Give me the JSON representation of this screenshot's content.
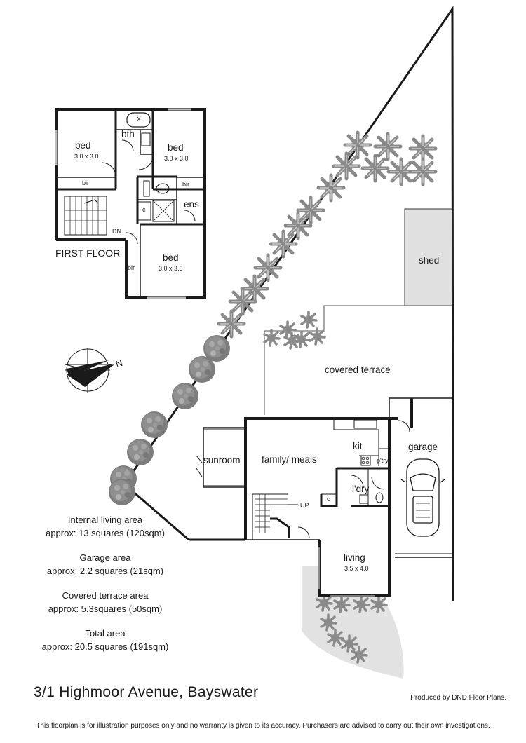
{
  "property": {
    "address": "3/1 Highmoor Avenue, Bayswater",
    "credit": "Produced by DND Floor Plans.",
    "disclaimer": "This floorplan is for illustration purposes only and no warranty is given to its accuracy. Purchasers are advised to carry out their own investigations."
  },
  "first_floor": {
    "heading": "FIRST FLOOR",
    "bed1_label": "bed",
    "bed1_dim": "3.0 x 3.0",
    "bed2_label": "bed",
    "bed2_dim": "3.0 x 3.0",
    "bed3_label": "bed",
    "bed3_dim": "3.0 x 3.5",
    "bth": "bth",
    "ens": "ens",
    "bir_left": "bir",
    "bir_right": "bir",
    "bir_lower": "bir",
    "cupboard": "c",
    "x_mark": "X",
    "dn": "DN"
  },
  "ground_floor": {
    "shed": "shed",
    "covered_terrace": "covered terrace",
    "garage": "garage",
    "sunroom": "sunroom",
    "family_meals": "family/ meals",
    "kit": "kit",
    "pantry": "p'try",
    "laundry": "l'dry",
    "cupboard": "c",
    "up": "UP",
    "living": "living",
    "living_dim": "3.5 x 4.0"
  },
  "compass": {
    "north_letter": "N"
  },
  "areas": [
    {
      "name": "Internal living area",
      "value": "approx: 13 squares (120sqm)"
    },
    {
      "name": "Garage area",
      "value": "approx: 2.2 squares (21sqm)"
    },
    {
      "name": "Covered terrace area",
      "value": "approx: 5.3squares (50sqm)"
    },
    {
      "name": "Total area",
      "value": "approx: 20.5 squares (191sqm)"
    }
  ]
}
